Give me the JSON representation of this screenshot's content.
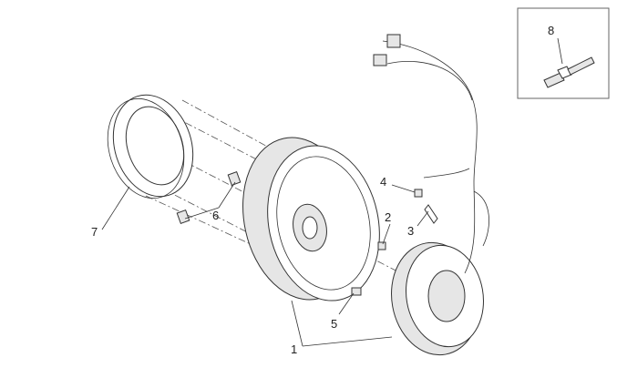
{
  "diagram": {
    "labels": {
      "part1": "1",
      "part2": "2",
      "part3": "3",
      "part4": "4",
      "part5": "5",
      "part6": "6",
      "part7": "7",
      "part8": "8"
    }
  }
}
